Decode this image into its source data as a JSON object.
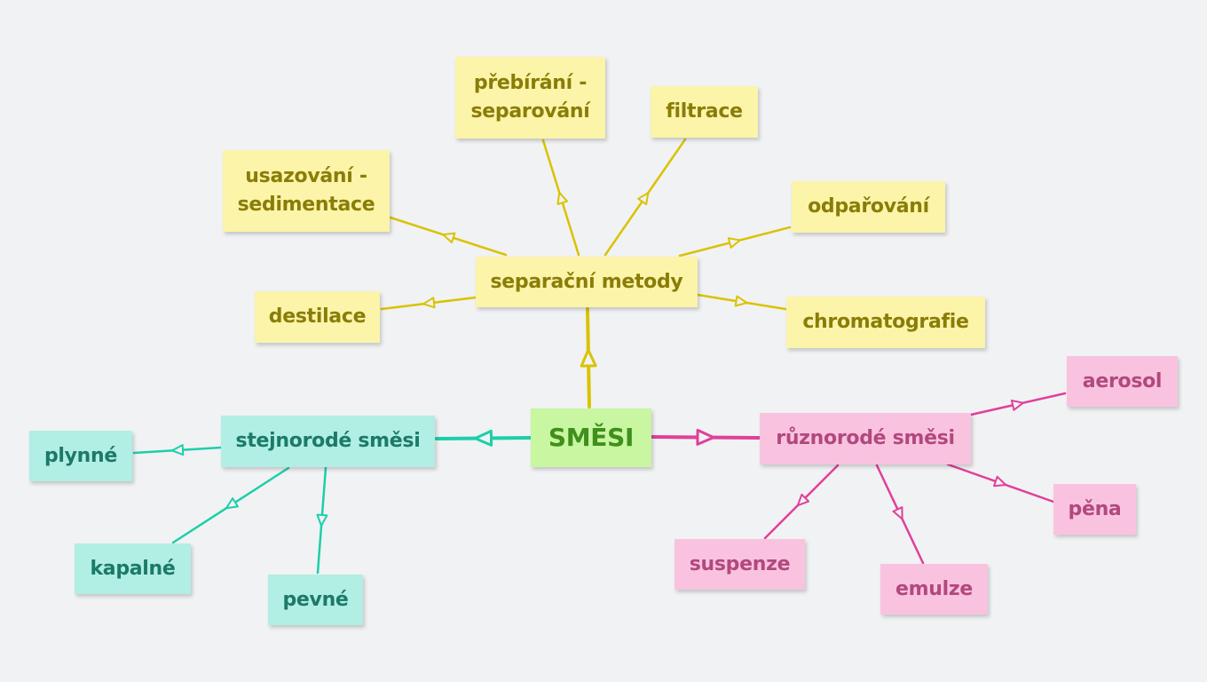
{
  "diagram": {
    "root": {
      "label": "SMĚSI",
      "color": "#c8f6a1"
    },
    "branches": {
      "separation": {
        "label": "separační metody",
        "color": "#d9c300",
        "children": [
          "usazování -\nsedimentace",
          "přebírání -\nseparování",
          "filtrace",
          "odpařování",
          "destilace",
          "chromatografie"
        ]
      },
      "homogeneous": {
        "label": "stejnorodé směsi",
        "color": "#1ccfaa",
        "children": [
          "plynné",
          "kapalné",
          "pevné"
        ]
      },
      "heterogeneous": {
        "label": "různorodé směsi",
        "color": "#e0409a",
        "children": [
          "aerosol",
          "pěna",
          "suspenze",
          "emulze"
        ]
      }
    }
  }
}
